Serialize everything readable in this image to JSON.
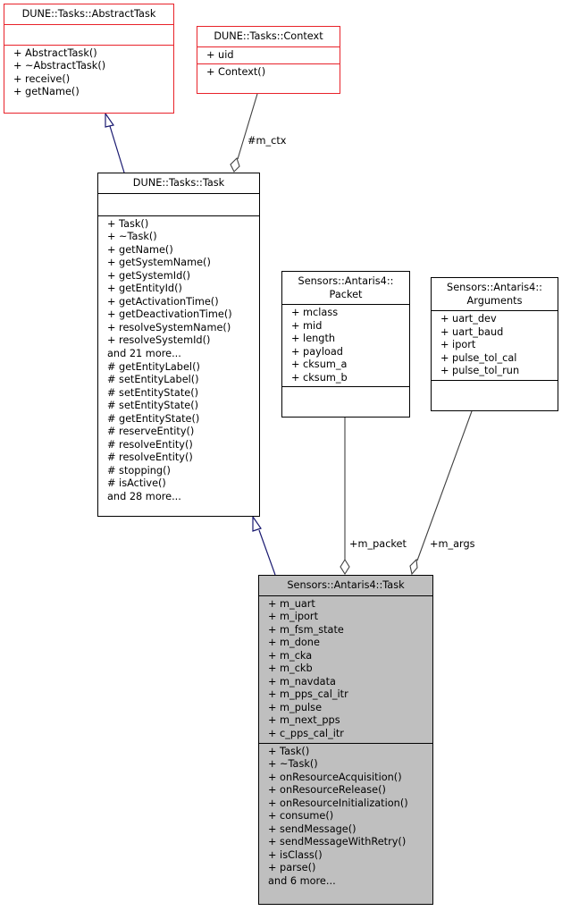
{
  "classes": {
    "abstract_task": {
      "title": [
        "DUNE::Tasks::AbstractTask"
      ],
      "attributes": [],
      "methods": [
        "+ AbstractTask()",
        "+ ~AbstractTask()",
        "+ receive()",
        "+ getName()"
      ],
      "border_color": "#e8222a"
    },
    "context": {
      "title": [
        "DUNE::Tasks::Context"
      ],
      "attributes": [
        "+ uid"
      ],
      "methods": [
        "+ Context()"
      ],
      "border_color": "#e8222a"
    },
    "task": {
      "title": [
        "DUNE::Tasks::Task"
      ],
      "attributes": [],
      "methods": [
        "+ Task()",
        "+ ~Task()",
        "+ getName()",
        "+ getSystemName()",
        "+ getSystemId()",
        "+ getEntityId()",
        "+ getActivationTime()",
        "+ getDeactivationTime()",
        "+ resolveSystemName()",
        "+ resolveSystemId()",
        "and 21 more...",
        "# getEntityLabel()",
        "# setEntityLabel()",
        "# setEntityState()",
        "# setEntityState()",
        "# getEntityState()",
        "# reserveEntity()",
        "# resolveEntity()",
        "# resolveEntity()",
        "# stopping()",
        "# isActive()",
        "and 28 more..."
      ]
    },
    "packet": {
      "title": [
        "Sensors::Antaris4::",
        "Packet"
      ],
      "attributes": [
        "+ mclass",
        "+ mid",
        "+ length",
        "+ payload",
        "+ cksum_a",
        "+ cksum_b"
      ],
      "methods": []
    },
    "arguments": {
      "title": [
        "Sensors::Antaris4::",
        "Arguments"
      ],
      "attributes": [
        "+ uart_dev",
        "+ uart_baud",
        "+ iport",
        "+ pulse_tol_cal",
        "+ pulse_tol_run"
      ],
      "methods": []
    },
    "antaris_task": {
      "title": [
        "Sensors::Antaris4::Task"
      ],
      "attributes": [
        "+ m_uart",
        "+ m_iport",
        "+ m_fsm_state",
        "+ m_done",
        "+ m_cka",
        "+ m_ckb",
        "+ m_navdata",
        "+ m_pps_cal_itr",
        "+ m_pulse",
        "+ m_next_pps",
        "+ c_pps_cal_itr"
      ],
      "methods": [
        "+ Task()",
        "+ ~Task()",
        "+ onResourceAcquisition()",
        "+ onResourceRelease()",
        "+ onResourceInitialization()",
        "+ consume()",
        "+ sendMessage()",
        "+ sendMessageWithRetry()",
        "+ isClass()",
        "+ parse()",
        "and 6 more..."
      ],
      "fill_color": "#bfbfbf"
    }
  },
  "edges": {
    "ctx_label": "#m_ctx",
    "packet_label": "+m_packet",
    "args_label": "+m_args"
  },
  "colors": {
    "inheritance": "#191970",
    "aggregation": "#404040",
    "external_border": "#e8222a"
  }
}
